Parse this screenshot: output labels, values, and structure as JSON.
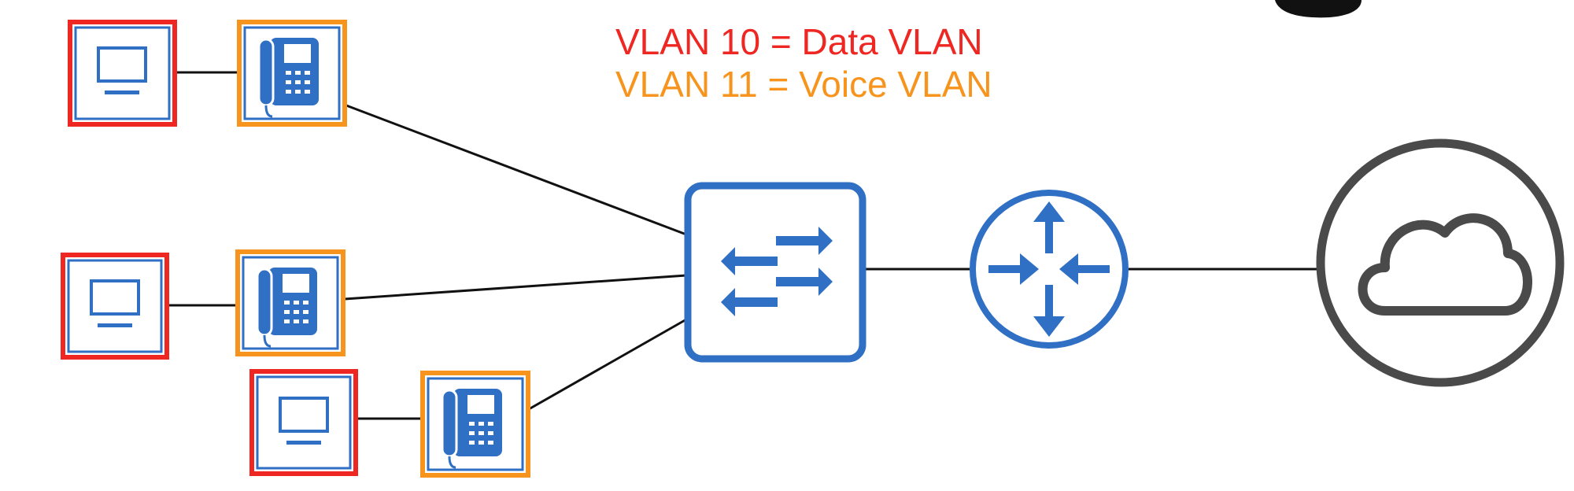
{
  "legend": {
    "data_vlan": "VLAN 10 = Data VLAN",
    "voice_vlan": "VLAN 11 = Voice VLAN"
  },
  "colors": {
    "data_vlan": "#ee2722",
    "voice_vlan": "#f7941d",
    "device_blue": "#2f6fc4",
    "link": "#111111",
    "cloud_gray": "#4a4a4a"
  },
  "hosts": [
    {
      "pc": "pc-icon",
      "phone": "ip-phone-icon",
      "pc_vlan": "data_vlan",
      "phone_vlan": "voice_vlan"
    },
    {
      "pc": "pc-icon",
      "phone": "ip-phone-icon",
      "pc_vlan": "data_vlan",
      "phone_vlan": "voice_vlan"
    },
    {
      "pc": "pc-icon",
      "phone": "ip-phone-icon",
      "pc_vlan": "data_vlan",
      "phone_vlan": "voice_vlan"
    }
  ],
  "infrastructure": {
    "switch": "switch-icon",
    "router": "router-icon",
    "internet": "cloud-icon"
  }
}
